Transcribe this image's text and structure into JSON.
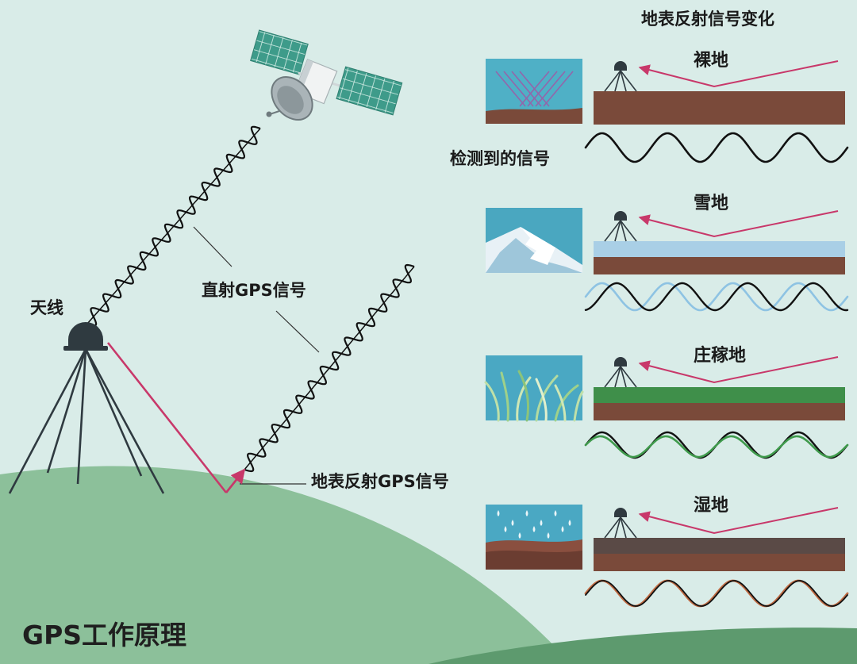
{
  "title": "GPS工作原理",
  "labels": {
    "antenna": "天线",
    "direct_signal": "直射GPS信号",
    "reflected_signal": "地表反射GPS信号"
  },
  "panel": {
    "title": "地表反射信号变化",
    "detected_signal": "检测到的信号",
    "surfaces": [
      {
        "name": "裸地"
      },
      {
        "name": "雪地"
      },
      {
        "name": "庄稼地"
      },
      {
        "name": "湿地"
      }
    ]
  },
  "colors": {
    "background": "#d9ece8",
    "hill_light": "#8cc09a",
    "hill_dark": "#5d9a6e",
    "reflection_arrow": "#c8386a",
    "soil": "#7a4a3a",
    "snow_layer": "#a9cfe6",
    "crop_layer": "#3f8f4a",
    "water_layer": "#5a4a46",
    "signal_wave": "#111111",
    "snow_wave": "#8ec3e3",
    "crop_wave": "#3f9a4c",
    "wet_wave": "#c06a42",
    "satellite_panel": "#3e9b8a",
    "antenna_dome": "#2f3a40"
  },
  "icons": [
    "satellite-icon",
    "antenna-icon",
    "tripod-icon",
    "mountain-icon",
    "grass-icon",
    "rain-icon"
  ]
}
